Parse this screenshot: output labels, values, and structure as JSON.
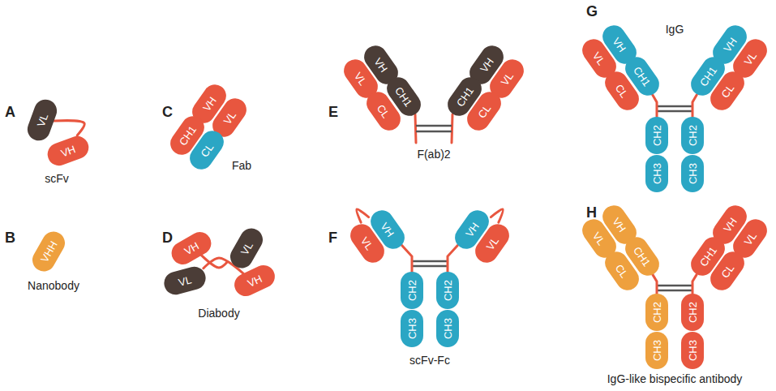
{
  "diagram": {
    "nodes": [
      {
        "text": [
          "VL"
        ]
      },
      {
        "text": [
          "VH"
        ]
      },
      {
        "text": [
          "VHH"
        ]
      },
      {
        "text": [
          "VH"
        ]
      },
      {
        "text": [
          "VL"
        ]
      },
      {
        "text": [
          "CH1"
        ]
      },
      {
        "text": [
          "CL"
        ]
      },
      {
        "text": [
          "VH"
        ]
      },
      {
        "text": [
          "VL"
        ]
      },
      {
        "text": [
          "VL"
        ]
      },
      {
        "text": [
          "VH"
        ]
      },
      {
        "text": [
          "VH"
        ]
      },
      {
        "text": [
          "VH"
        ]
      },
      {
        "text": [
          "VL"
        ]
      },
      {
        "text": [
          "VL"
        ]
      },
      {
        "text": [
          "CH1"
        ]
      },
      {
        "text": [
          "CH1"
        ]
      },
      {
        "text": [
          "CL"
        ]
      },
      {
        "text": [
          "CL"
        ]
      },
      {
        "text": [
          "VH"
        ]
      },
      {
        "text": [
          "VH"
        ]
      },
      {
        "text": [
          "VL"
        ]
      },
      {
        "text": [
          "VL"
        ]
      },
      {
        "text": [
          "CH2"
        ]
      },
      {
        "text": [
          "CH2"
        ]
      },
      {
        "text": [
          "CH3"
        ]
      },
      {
        "text": [
          "CH3"
        ]
      },
      {
        "text": [
          "VH"
        ]
      },
      {
        "text": [
          "VH"
        ]
      },
      {
        "text": [
          "VL"
        ]
      },
      {
        "text": [
          "VL"
        ]
      },
      {
        "text": [
          "CH1"
        ]
      },
      {
        "text": [
          "CH1"
        ]
      },
      {
        "text": [
          "CL"
        ]
      },
      {
        "text": [
          "CL"
        ]
      },
      {
        "text": [
          "CH2"
        ]
      },
      {
        "text": [
          "CH2"
        ]
      },
      {
        "text": [
          "CH3"
        ]
      },
      {
        "text": [
          "CH3"
        ]
      },
      {
        "text": [
          "VH"
        ]
      },
      {
        "text": [
          "VH"
        ]
      },
      {
        "text": [
          "VL"
        ]
      },
      {
        "text": [
          "VL"
        ]
      },
      {
        "text": [
          "CH1"
        ]
      },
      {
        "text": [
          "CH1"
        ]
      },
      {
        "text": [
          "CL"
        ]
      },
      {
        "text": [
          "CL"
        ]
      },
      {
        "text": [
          "CH2"
        ]
      },
      {
        "text": [
          "CH2"
        ]
      },
      {
        "text": [
          "CH3"
        ]
      },
      {
        "text": [
          "CH3"
        ]
      }
    ],
    "edges": [
      {
        "from": 0,
        "to": 1,
        "arrow": "none"
      },
      {
        "from": 7,
        "to": 8,
        "arrow": "none"
      },
      {
        "from": 9,
        "to": 10,
        "arrow": "none"
      },
      {
        "from": 21,
        "to": 19,
        "arrow": "none"
      },
      {
        "from": 22,
        "to": 20,
        "arrow": "none"
      },
      {
        "from": 19,
        "to": 23,
        "arrow": "none"
      },
      {
        "from": 20,
        "to": 24,
        "arrow": "none"
      },
      {
        "from": 31,
        "to": 35,
        "arrow": "none"
      },
      {
        "from": 32,
        "to": 36,
        "arrow": "none"
      },
      {
        "from": 43,
        "to": 47,
        "arrow": "none"
      },
      {
        "from": 44,
        "to": 48,
        "arrow": "none"
      }
    ],
    "labels": [
      "A",
      "scFv",
      "B",
      "Nanobody",
      "C",
      "Fab",
      "D",
      "Diabody",
      "E",
      "F(ab)2",
      "F",
      "scFv-Fc",
      "G",
      "IgG",
      "H",
      "IgG-like bispecific antibody"
    ]
  }
}
